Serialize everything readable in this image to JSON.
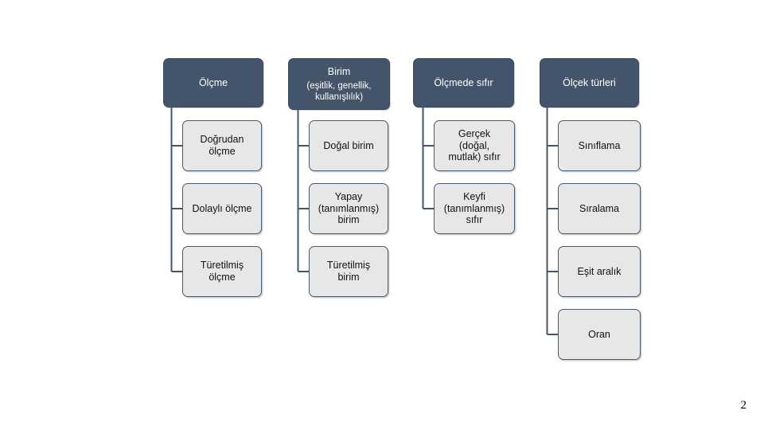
{
  "slide": {
    "page_number": "2",
    "colors": {
      "header_fill": "#44546A",
      "header_text": "#FFFFFF",
      "item_fill": "#E8E7E7",
      "item_border": "#4A5A6E",
      "connector": "#44546A",
      "background": "#FFFFFF"
    }
  },
  "columns": [
    {
      "id": "olcme",
      "header": {
        "title": "Ölçme",
        "subtitle": ""
      },
      "items": [
        {
          "label": "Doğrudan\nölçme"
        },
        {
          "label": "Dolaylı ölçme"
        },
        {
          "label": "Türetilmiş\nölçme"
        }
      ]
    },
    {
      "id": "birim",
      "header": {
        "title": "Birim",
        "subtitle": "(eşitlik, genellik,\nkullanışlılık)"
      },
      "items": [
        {
          "label": "Doğal birim"
        },
        {
          "label": "Yapay\n(tanımlanmış)\nbirim"
        },
        {
          "label": "Türetilmiş\nbirim"
        }
      ]
    },
    {
      "id": "olcmede-sifir",
      "header": {
        "title": "Ölçmede sıfır",
        "subtitle": ""
      },
      "items": [
        {
          "label": "Gerçek\n(doğal,\nmutlak) sıfır"
        },
        {
          "label": "Keyfi\n(tanımlanmış)\nsıfır"
        }
      ]
    },
    {
      "id": "olcek-turleri",
      "header": {
        "title": "Ölçek türleri",
        "subtitle": ""
      },
      "items": [
        {
          "label": "Sınıflama"
        },
        {
          "label": "Sıralama"
        },
        {
          "label": "Eşit aralık"
        },
        {
          "label": "Oran"
        }
      ]
    }
  ]
}
